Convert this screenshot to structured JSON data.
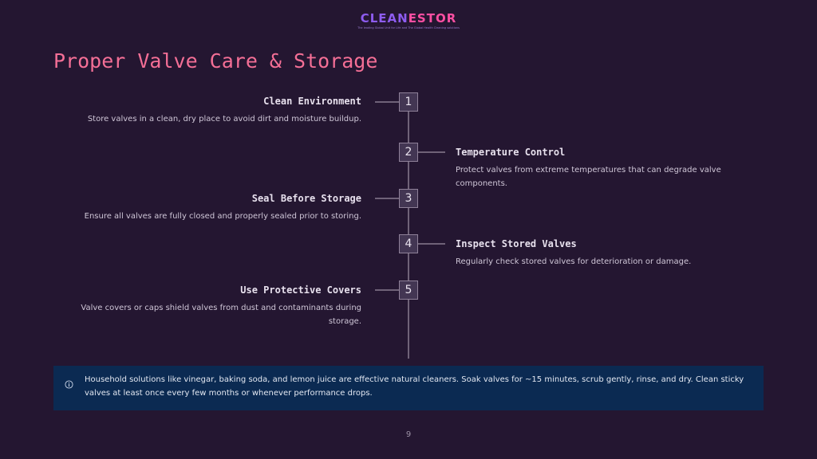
{
  "brand": {
    "name_part1": "CLEAN",
    "name_part2": "ESTOR",
    "tagline": "The leading Global Unit for Life and The Global Health Cleaning solutions"
  },
  "title": "Proper Valve Care & Storage",
  "steps": [
    {
      "number": "1",
      "title": "Clean Environment",
      "description": "Store valves in a clean, dry place to avoid dirt and moisture buildup."
    },
    {
      "number": "2",
      "title": "Temperature Control",
      "description": "Protect valves from extreme temperatures that can degrade valve components."
    },
    {
      "number": "3",
      "title": "Seal Before Storage",
      "description": "Ensure all valves are fully closed and properly sealed prior to storing."
    },
    {
      "number": "4",
      "title": "Inspect Stored Valves",
      "description": "Regularly check stored valves for deterioration or damage."
    },
    {
      "number": "5",
      "title": "Use Protective Covers",
      "description": "Valve covers or caps shield valves from dust and contaminants during storage."
    }
  ],
  "note": {
    "icon": "info-icon",
    "text": "Household solutions like vinegar, baking soda, and lemon juice are effective natural cleaners. Soak valves for ~15 minutes, scrub gently, rinse, and dry. Clean sticky valves at least once every few months or whenever performance drops."
  },
  "page_number": "9",
  "colors": {
    "background": "#241631",
    "title": "#f46f96",
    "brand_primary": "#8e5cf0",
    "brand_accent": "#ff4fa3",
    "note_background": "#0b2a52",
    "timeline": "#6f6278"
  }
}
